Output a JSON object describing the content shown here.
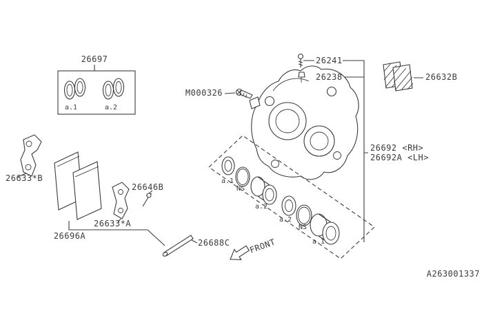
{
  "meta": {
    "drawing_number": "A263001337",
    "theme": {
      "line_color": "#3a3a3a",
      "background": "#ffffff"
    }
  },
  "labels": {
    "seal_kit": "26697",
    "clip_b": "26633*B",
    "clip_a": "26633*A",
    "pad_set": "26696A",
    "pin_clip": "26646B",
    "guide_pin": "26688C",
    "mount_bolt": "M000326",
    "bleeder_screw": "26241",
    "bleeder_cap": "26238",
    "shim_set": "26632B",
    "caliper_rh": "26692  <RH>",
    "caliper_lh": "26692A <LH>",
    "front": "FRONT"
  },
  "callouts": {
    "a1": "a.1",
    "a2": "a.2",
    "ns": "NS"
  }
}
